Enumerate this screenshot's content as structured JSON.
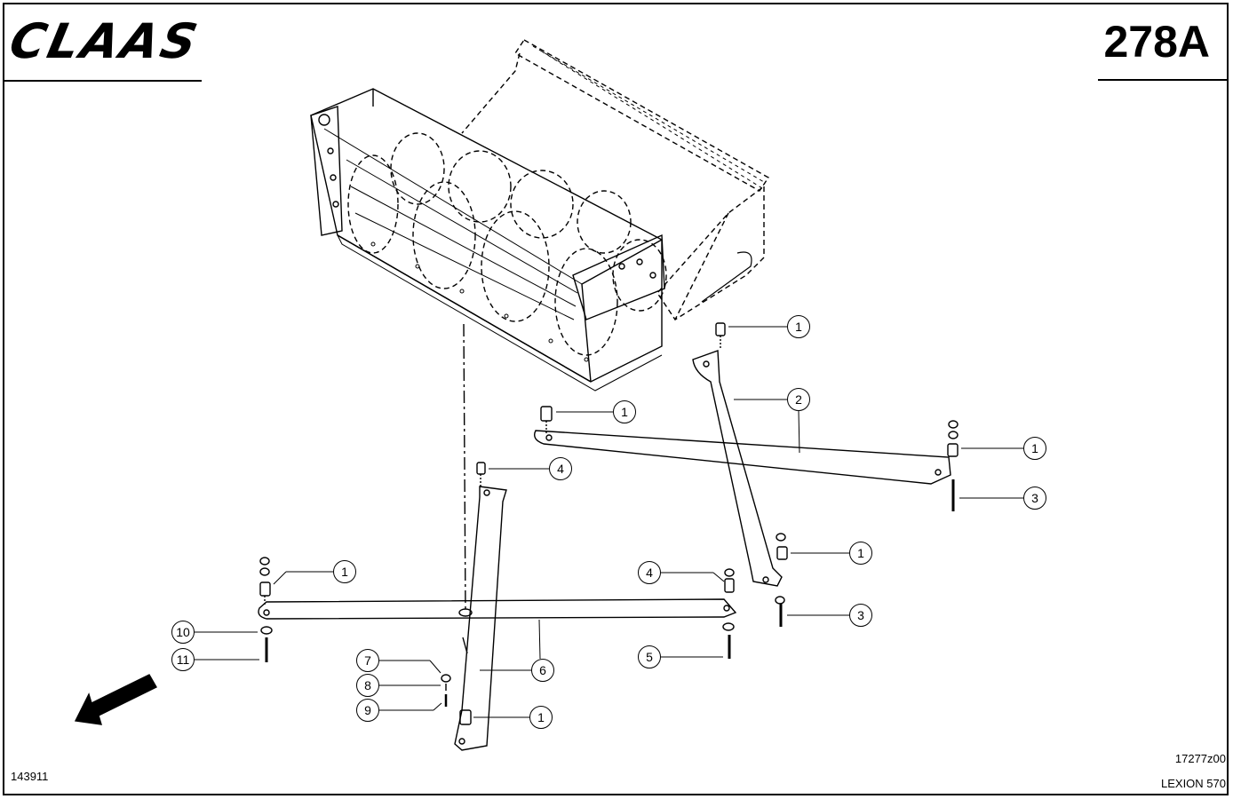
{
  "header": {
    "brand": "CLAAS",
    "sheet_number": "278A"
  },
  "footer": {
    "doc_number": "143911",
    "drawing_ref": "17277z00",
    "model": "LEXION 570"
  },
  "callouts": [
    {
      "label": "1"
    },
    {
      "label": "2"
    },
    {
      "label": "1"
    },
    {
      "label": "1"
    },
    {
      "label": "3"
    },
    {
      "label": "4"
    },
    {
      "label": "1"
    },
    {
      "label": "4"
    },
    {
      "label": "1"
    },
    {
      "label": "3"
    },
    {
      "label": "10"
    },
    {
      "label": "6"
    },
    {
      "label": "11"
    },
    {
      "label": "5"
    },
    {
      "label": "7"
    },
    {
      "label": "8"
    },
    {
      "label": "9"
    },
    {
      "label": "1"
    }
  ]
}
